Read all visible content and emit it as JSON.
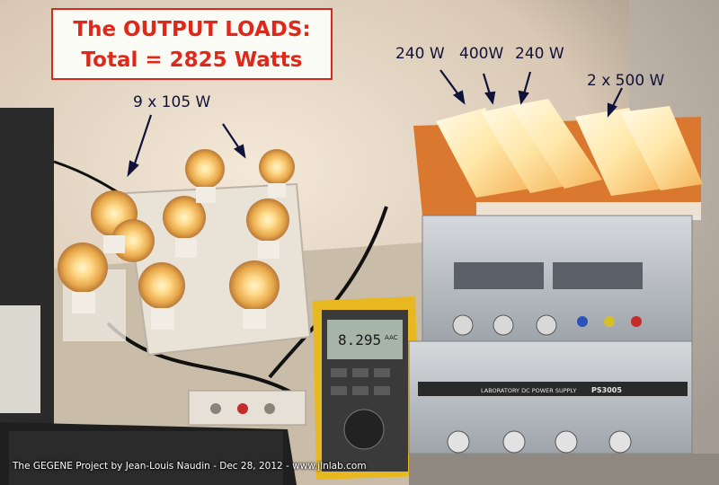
{
  "title": {
    "line1": "The OUTPUT LOADS:",
    "line2": "Total = 2825 Watts"
  },
  "labels": {
    "bulbs": "9 x 105 W",
    "lamp_a": "240 W",
    "lamp_b": "400W",
    "lamp_c": "240 W",
    "lamps_right": "2 x 500 W"
  },
  "meter": {
    "reading": "8.295",
    "unit": "AAC"
  },
  "supply": {
    "model": "PS3005",
    "panel_text": "LABORATORY DC POWER SUPPLY"
  },
  "caption": "The GEGENE Project by Jean-Louis Naudin - Dec 28, 2012 - www.jlnlab.com",
  "colors": {
    "title_red": "#e0281a",
    "label_navy": "#10123a",
    "meter_yellow": "#e8b820"
  }
}
